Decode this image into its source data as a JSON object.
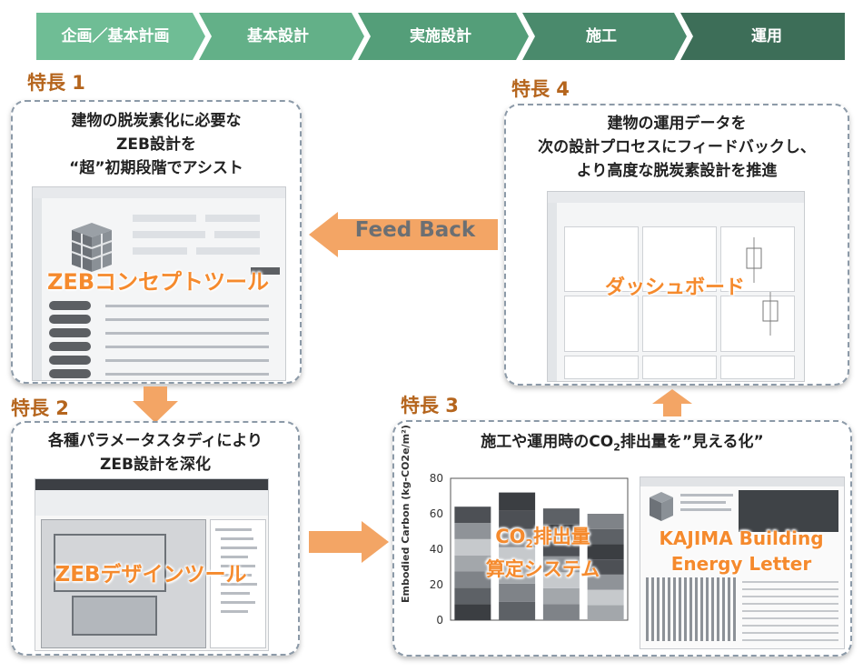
{
  "phases": [
    "企画／基本計画",
    "基本設計",
    "実施設計",
    "施工",
    "運用"
  ],
  "features": [
    {
      "title": "特長 1",
      "lines": [
        "建物の脱炭素化に必要な",
        "ZEB設計を",
        "“超”初期段階でアシスト"
      ],
      "tool": "ZEBコンセプトツール"
    },
    {
      "title": "特長 2",
      "lines": [
        "各種パラメータスタディにより",
        "ZEB設計を深化"
      ],
      "tool": "ZEBデザインツール"
    },
    {
      "title": "特長 3",
      "headline_pre": "施工や運用時のCO",
      "headline_sub": "2",
      "headline_post": "排出量を”見える化”",
      "tool_a_pre": "CO",
      "tool_a_sub": "2",
      "tool_a_post": "排出量",
      "tool_a_line2": "算定システム",
      "tool_b_line1": "KAJIMA Building",
      "tool_b_line2": "Energy Letter"
    },
    {
      "title": "特長 4",
      "lines": [
        "建物の運用データを",
        "次の設計プロセスにフィードバックし、",
        "より高度な脱炭素設計を推進"
      ],
      "tool": "ダッシュボード"
    }
  ],
  "feedback_label": "Feed Back",
  "chart_data": {
    "type": "bar",
    "ylabel": "Embodied Carbon (kg-CO2e/m²)",
    "ylim": [
      0,
      80
    ],
    "yticks": [
      0,
      20,
      40,
      60,
      80
    ],
    "values": [
      64,
      72,
      63,
      60
    ]
  },
  "colors": {
    "phase_light": "#6dbb94",
    "phase_mid": "#5aa37f",
    "phase_dark": "#3f7d62",
    "accent_orange": "#f58a2d",
    "title_brown": "#b5651d",
    "panel_border": "#8c9aa8"
  }
}
